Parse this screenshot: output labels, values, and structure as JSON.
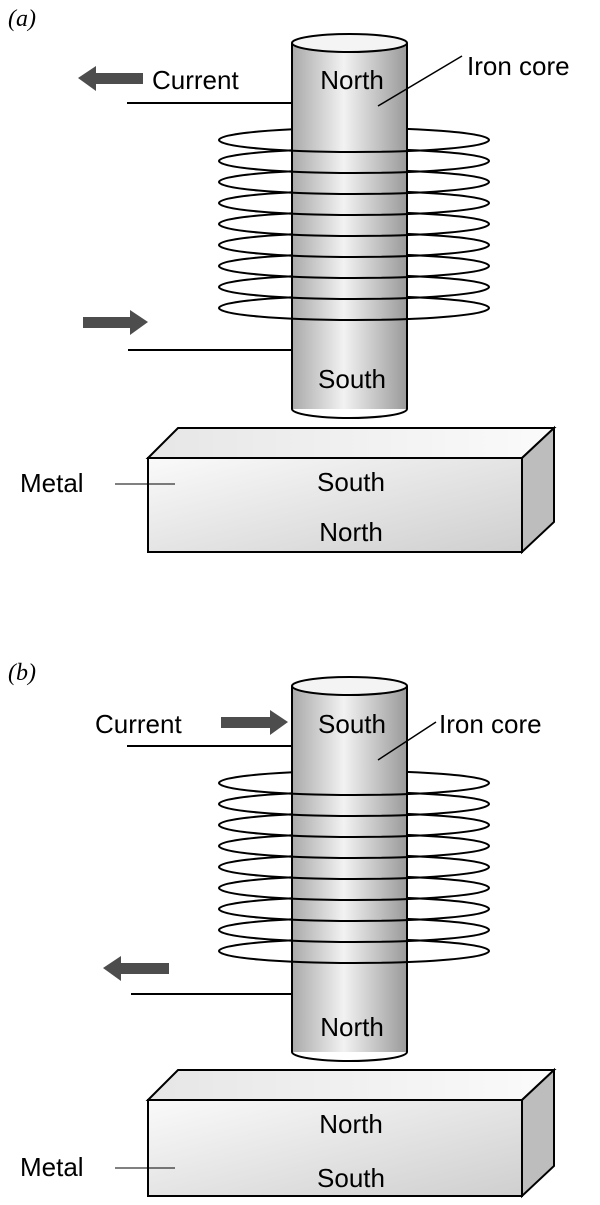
{
  "panel_a": {
    "tag": "(a)",
    "current_label": "Current",
    "core_label": "Iron core",
    "core_top_pole": "North",
    "core_bottom_pole": "South",
    "metal_label": "Metal",
    "metal_top_pole": "South",
    "metal_bottom_pole": "North"
  },
  "panel_b": {
    "tag": "(b)",
    "current_label": "Current",
    "core_label": "Iron core",
    "core_top_pole": "South",
    "core_bottom_pole": "North",
    "metal_label": "Metal",
    "metal_top_pole": "North",
    "metal_bottom_pole": "South"
  },
  "colors": {
    "arrow": "#4d4d4d",
    "outline": "#000000"
  }
}
